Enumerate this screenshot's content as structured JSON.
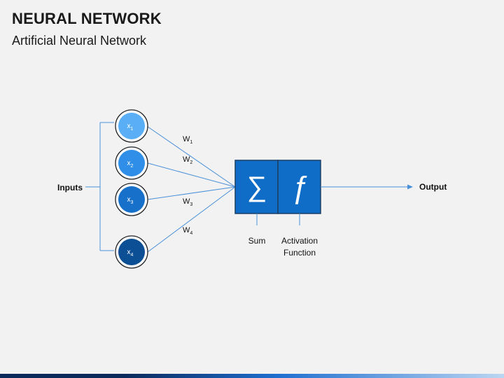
{
  "header": {
    "title": "NEURAL NETWORK",
    "subtitle": "Artificial Neural Network"
  },
  "diagram": {
    "inputs_label": "Inputs",
    "output_label": "Output",
    "nodes": [
      {
        "base": "x",
        "sub": "1",
        "color": "#5aaef5"
      },
      {
        "base": "x",
        "sub": "2",
        "color": "#2e8ee8"
      },
      {
        "base": "x",
        "sub": "3",
        "color": "#1770c9"
      },
      {
        "base": "x",
        "sub": "4",
        "color": "#0d4f95"
      }
    ],
    "weights": [
      {
        "base": "W",
        "sub": "1"
      },
      {
        "base": "W",
        "sub": "2"
      },
      {
        "base": "W",
        "sub": "3"
      },
      {
        "base": "W",
        "sub": "4"
      }
    ],
    "sum_symbol": "∑",
    "activation_symbol": "ƒ",
    "sum_label": "Sum",
    "activation_label_line1": "Activation",
    "activation_label_line2": "Function",
    "box_color": "#0f6cc7",
    "line_color": "#4a90d9"
  }
}
